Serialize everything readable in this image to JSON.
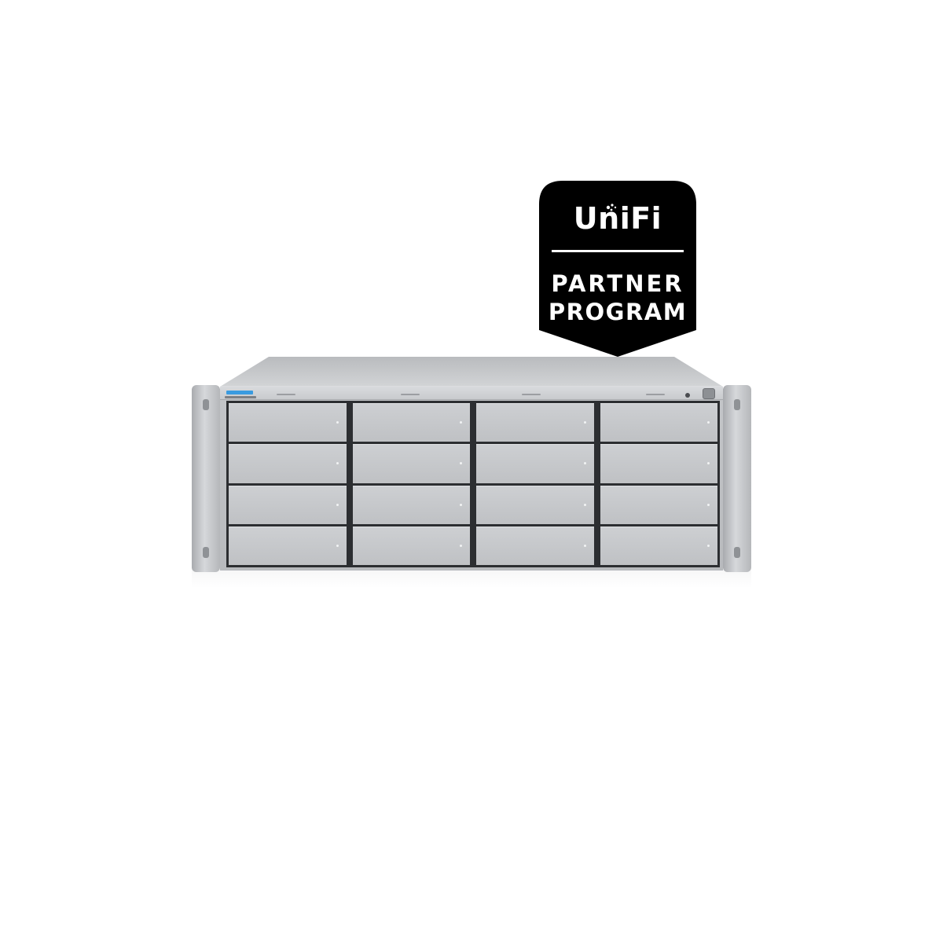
{
  "badge": {
    "logo_text": "UniFi",
    "line1": "PARTNER",
    "line2": "PROGRAM",
    "background_color": "#000000",
    "text_color": "#ffffff"
  },
  "server": {
    "drive_bays": {
      "rows": 4,
      "columns": 4
    },
    "accent_color": "#3a9be0",
    "body_color": "#c4c6c9"
  }
}
